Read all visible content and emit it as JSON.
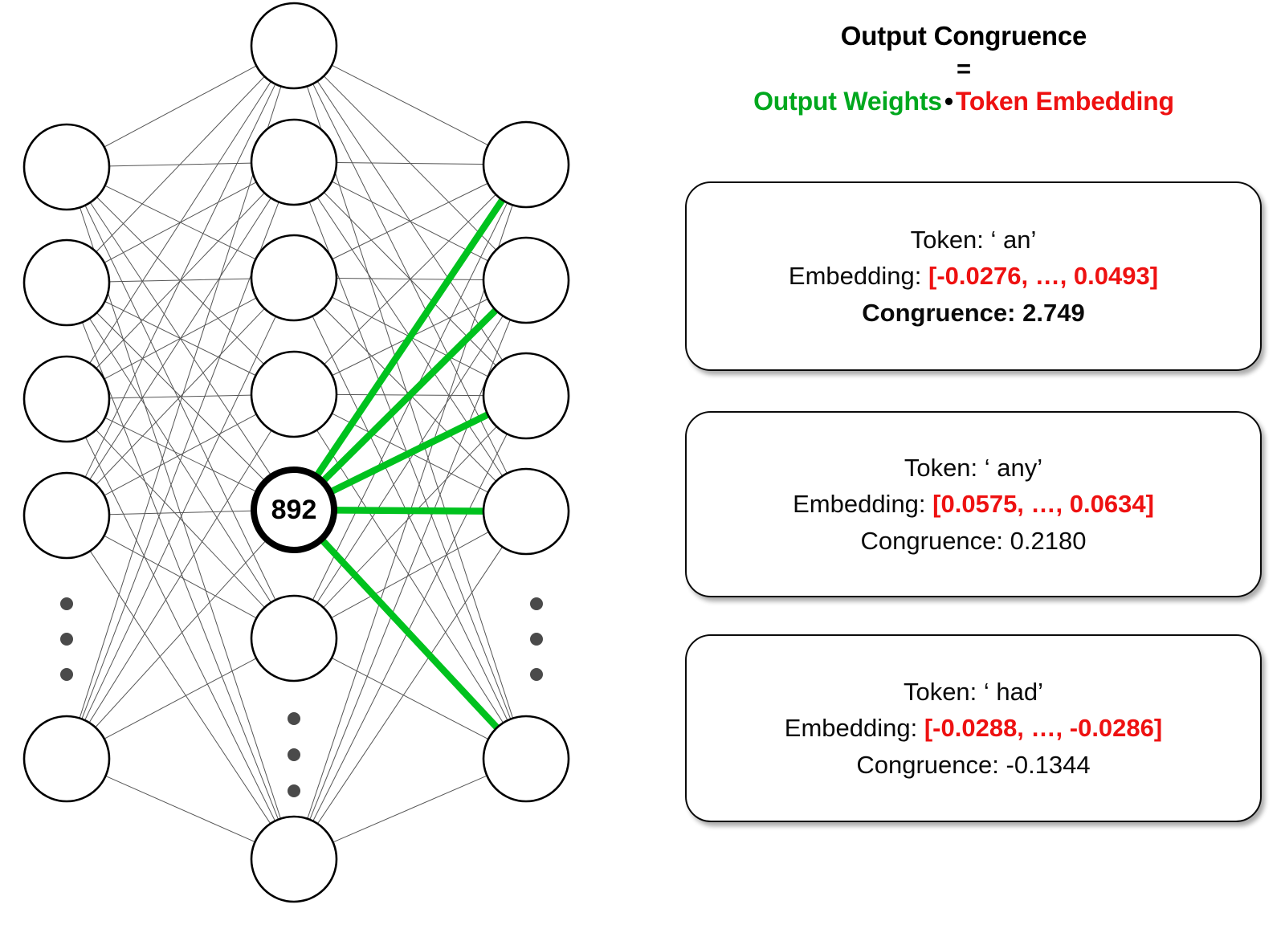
{
  "formula": {
    "title": "Output Congruence",
    "equals": "=",
    "operand_left": "Output Weights",
    "operator": "•",
    "operand_right": "Token Embedding",
    "colors": {
      "operand_left": "#00a81e",
      "operand_right": "#ee1111",
      "title": "#000000"
    }
  },
  "network": {
    "highlighted_neuron_label": "892",
    "ellipsis_glyph": "⋮",
    "layers": [
      {
        "name": "input-layer",
        "visible_nodes": 5,
        "has_ellipsis": true
      },
      {
        "name": "hidden-layer",
        "visible_nodes": 6,
        "has_ellipsis": true
      },
      {
        "name": "output-layer",
        "visible_nodes": 5,
        "has_ellipsis": true
      }
    ],
    "edge_colors": {
      "normal": "#555555",
      "highlighted": "#00c21e"
    }
  },
  "cards": [
    {
      "token_label": "Token:",
      "token_value": "‘ an’",
      "embedding_label": "Embedding:",
      "embedding_value": "[-0.0276, …, 0.0493]",
      "congruence_label": "Congruence:",
      "congruence_value": "2.749",
      "congruence_bold": true
    },
    {
      "token_label": "Token:",
      "token_value": "‘ any’",
      "embedding_label": "Embedding:",
      "embedding_value": "[0.0575, …, 0.0634]",
      "congruence_label": "Congruence:",
      "congruence_value": "0.2180",
      "congruence_bold": false
    },
    {
      "token_label": "Token:",
      "token_value": "‘ had’",
      "embedding_label": "Embedding:",
      "embedding_value": "[-0.0288, …, -0.0286]",
      "congruence_label": "Congruence:",
      "congruence_value": "-0.1344",
      "congruence_bold": false
    }
  ]
}
